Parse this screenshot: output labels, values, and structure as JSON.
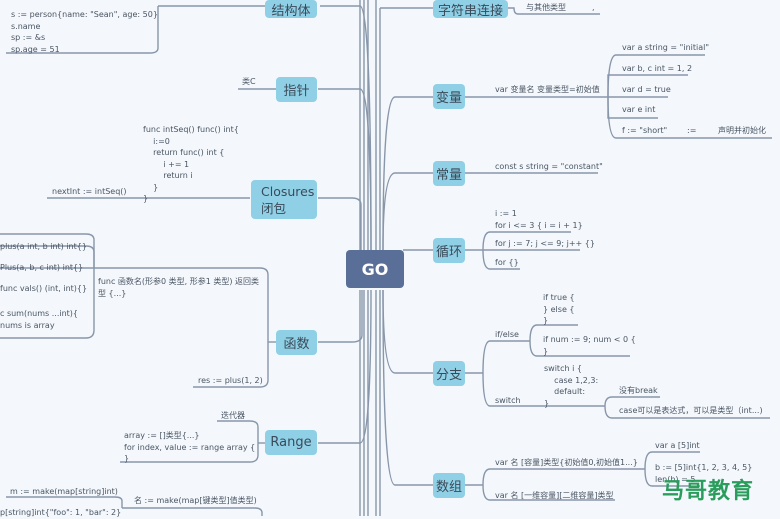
{
  "root": {
    "label": "GO"
  },
  "colors": {
    "root": "#5a6f98",
    "topic": "#8fd0e6",
    "line": "#8896aa",
    "text": "#4a5563",
    "watermark": "#2a9d5c"
  },
  "right": {
    "string_concat": {
      "label": "字符串连接",
      "children": [
        "与其他类型",
        ","
      ]
    },
    "variables": {
      "label": "变量",
      "syntax": "var 变量名 变量类型=初始值",
      "children": [
        "var a string = \"initial\"",
        "var b, c int = 1, 2",
        "var d = true",
        "var e int",
        "f := \"short\""
      ],
      "short_decl": {
        "op": ":=",
        "note": "声明并初始化"
      }
    },
    "constants": {
      "label": "常量",
      "children": [
        "const s string = \"constant\""
      ]
    },
    "loops": {
      "label": "循环",
      "children": [
        "i := 1\nfor i <= 3 { i = i + 1}",
        "for j := 7; j <= 9; j++ {}",
        "for {}"
      ]
    },
    "branch": {
      "label": "分支",
      "ifelse": {
        "label": "if/else",
        "children": [
          "if true {\n} else {\n}",
          "if num := 9; num < 0 {\n}"
        ]
      },
      "switch": {
        "label": "switch",
        "code": "switch i {\n    case 1,2,3:\n    default:\n}",
        "children": [
          "没有break",
          "case可以是表达式，可以是类型（int...)"
        ]
      }
    },
    "arrays": {
      "label": "数组",
      "decl": "var 名 [容量]类型{初始值0,初始值1...}",
      "decl_children": [
        "var a [5]int",
        "b := [5]int{1, 2, 3, 4, 5}\nlen(b) = 5"
      ],
      "multi": "var 名 [一维容量][二维容量]类型"
    }
  },
  "left": {
    "struct": {
      "label": "结构体",
      "code": "s := person{name: \"Sean\", age: 50}\ns.name\nsp := &s\nsp.age = 51"
    },
    "pointer": {
      "label": "指针",
      "children": [
        "类C"
      ]
    },
    "closures": {
      "label_en": "Closures",
      "label_zh": "闭包",
      "code": "func intSeq() func() int{\n    i:=0\n    return func() int {\n        i += 1\n        return i\n    }\n}",
      "usage": "nextInt := intSeq()"
    },
    "functions": {
      "label": "函数",
      "syntax": "func 函数名(形参0 类型, 形参1 类型) 返回类\n型 {...}",
      "children": [
        "plus(a int, b int) int{}",
        "Plus(a, b, c int) int{}",
        "func vals() (int, int){}",
        "c sum(nums ...int){\nnums is array"
      ],
      "call": "res := plus(1, 2)"
    },
    "range": {
      "label": "Range",
      "note": "迭代器",
      "code": "array := []类型{...}\nfor index, value := range array {\n}"
    },
    "maps": {
      "syntax": "名 := make(map[键类型]值类型)",
      "children": [
        "m := make(map[string]int)",
        "p[string]int{\"foo\": 1, \"bar\": 2}"
      ]
    }
  },
  "watermark": "马哥教育"
}
